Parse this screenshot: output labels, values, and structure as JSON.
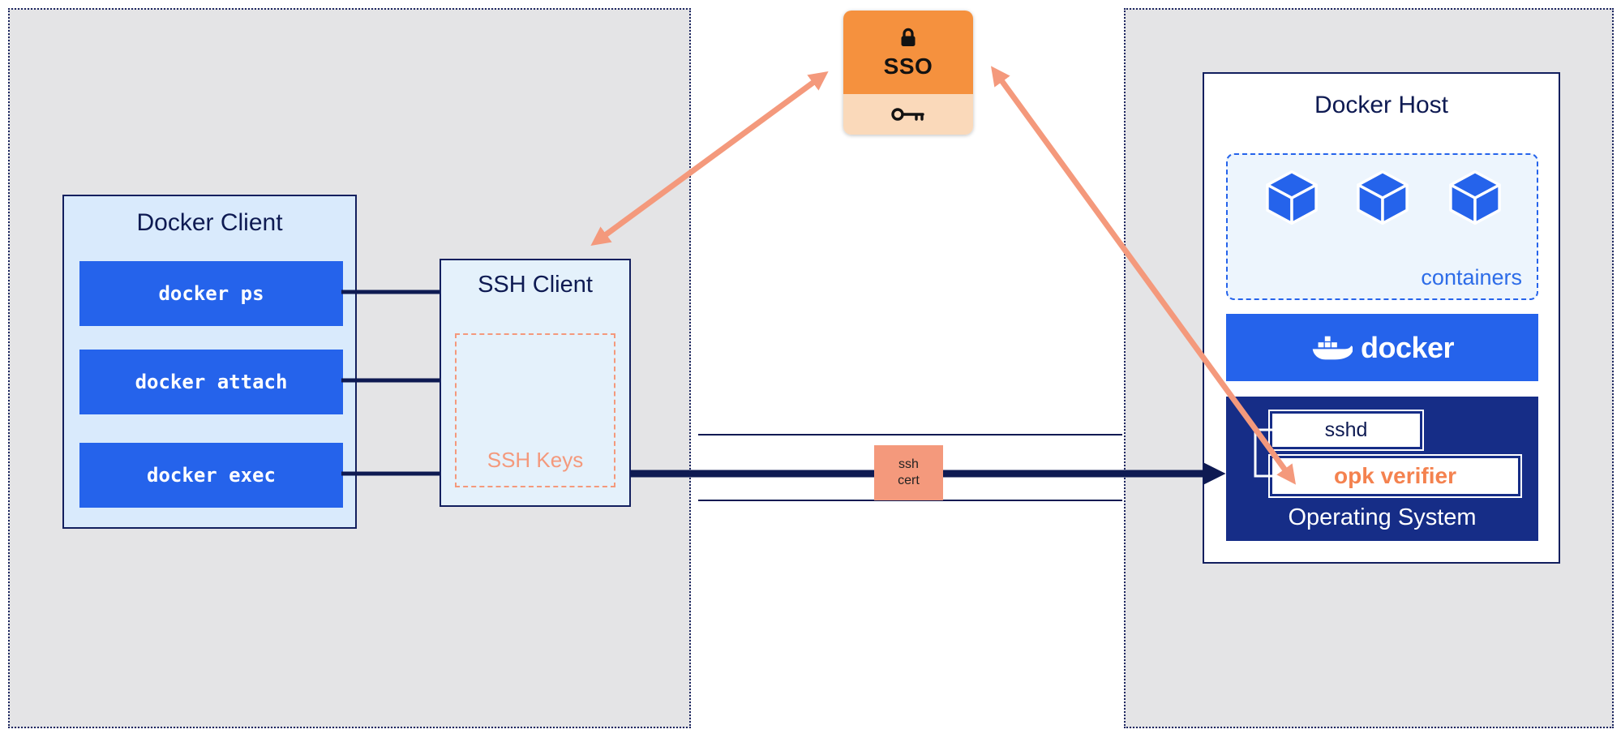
{
  "colors": {
    "accent_blue": "#2563eb",
    "navy_line": "#0e1a52",
    "panel_gray": "#e4e4e6",
    "client_light_blue": "#d9eafc",
    "salmon_arrow": "#f4997c",
    "sso_orange": "#f5913e",
    "sso_light_orange": "#fad9ba",
    "os_navy": "#162d87",
    "opk_orange": "#f4824f"
  },
  "sso": {
    "label": "SSO"
  },
  "docker_client": {
    "title": "Docker Client",
    "commands": [
      {
        "label": "docker ps"
      },
      {
        "label": "docker attach"
      },
      {
        "label": "docker exec"
      }
    ]
  },
  "ssh_client": {
    "title": "SSH Client",
    "keys_label": "SSH Keys"
  },
  "ssh_cert": {
    "line1": "ssh",
    "line2": "cert"
  },
  "docker_host": {
    "title": "Docker Host",
    "containers_label": "containers",
    "docker_wordmark": "docker",
    "os": {
      "title": "Operating System",
      "sshd_label": "sshd",
      "opk_label": "opk verifier"
    }
  }
}
